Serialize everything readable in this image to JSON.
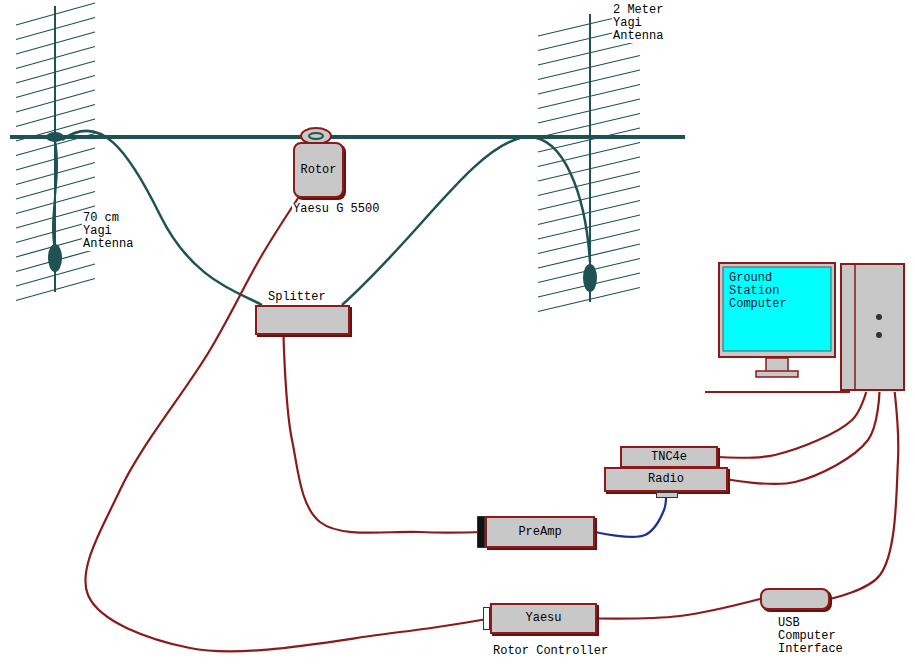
{
  "diagram": {
    "nodes": [
      {
        "text": [
          "Rotor"
        ]
      },
      {
        "text": [
          "Splitter"
        ]
      },
      {
        "text": [
          "Ground Station Computer"
        ]
      },
      {
        "text": [
          "TNC4e"
        ]
      },
      {
        "text": [
          "Radio"
        ]
      },
      {
        "text": [
          "PreAmp"
        ]
      },
      {
        "text": [
          "Yaesu",
          "Rotor Controller"
        ]
      },
      {
        "text": [
          "USB Computer Interface"
        ]
      }
    ],
    "edges": [
      {
        "from": 0,
        "to": 6,
        "arrow": "none"
      },
      {
        "from": 1,
        "to": 5,
        "arrow": "none"
      },
      {
        "from": 5,
        "to": 4,
        "arrow": "none"
      },
      {
        "from": 6,
        "to": 7,
        "arrow": "none"
      },
      {
        "from": 7,
        "to": 2,
        "arrow": "none"
      },
      {
        "from": 4,
        "to": 2,
        "arrow": "none"
      },
      {
        "from": 3,
        "to": 2,
        "arrow": "none"
      }
    ],
    "labels": [
      "2 Meter Yagi Antenna",
      "Yaesu G 5500",
      "70 cm Yagi Antenna"
    ]
  }
}
